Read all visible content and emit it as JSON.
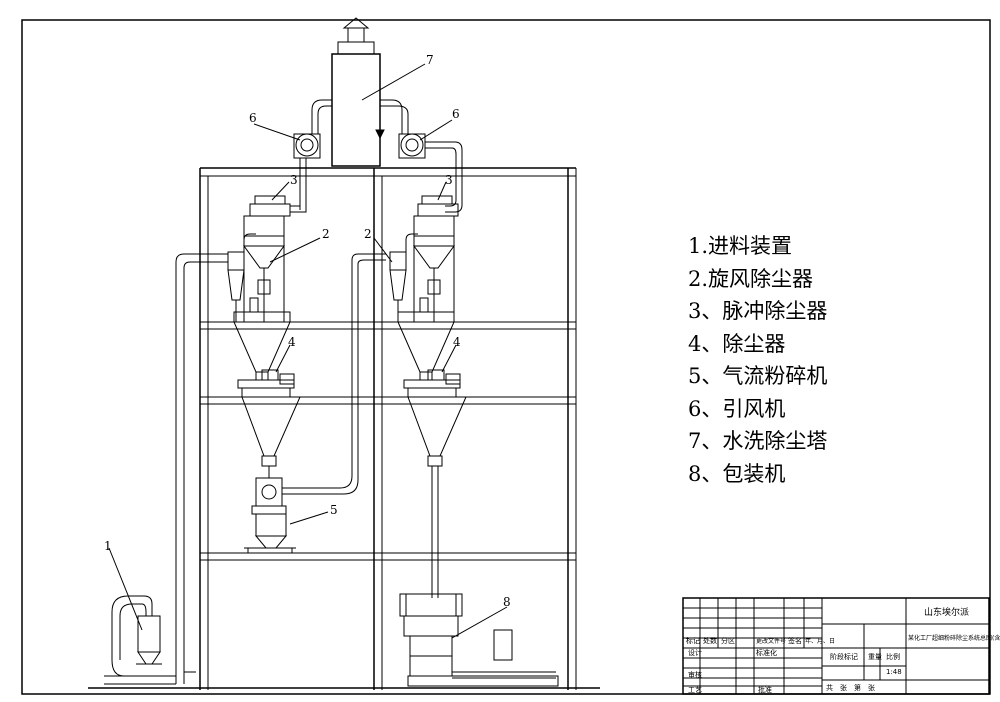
{
  "legend": [
    "1.进料装置",
    "2.旋风除尘器",
    "3、脉冲除尘器",
    "4、除尘器",
    "5、气流粉碎机",
    "6、引风机",
    "7、水洗除尘塔",
    "8、包装机"
  ],
  "callouts": [
    "1",
    "2",
    "2",
    "3",
    "3",
    "4",
    "4",
    "5",
    "6",
    "6",
    "7",
    "8"
  ],
  "title_block": {
    "company": "山东埃尔派",
    "drawing_title": "某化工厂超细粉碎除尘系统总图(含安装尺寸)",
    "scale_label": "比例",
    "scale_value": "1:48",
    "weight_label": "重量",
    "stage_label": "阶段标记",
    "rev_headers": [
      "标记",
      "处数",
      "分区",
      "更改文件号",
      "签名",
      "年、月、日"
    ],
    "design_label": "设计",
    "standard_label": "标准化",
    "review_label": "审核",
    "process_label": "工艺",
    "approve_label": "批准",
    "sheets_label": "共　张　第　张"
  }
}
